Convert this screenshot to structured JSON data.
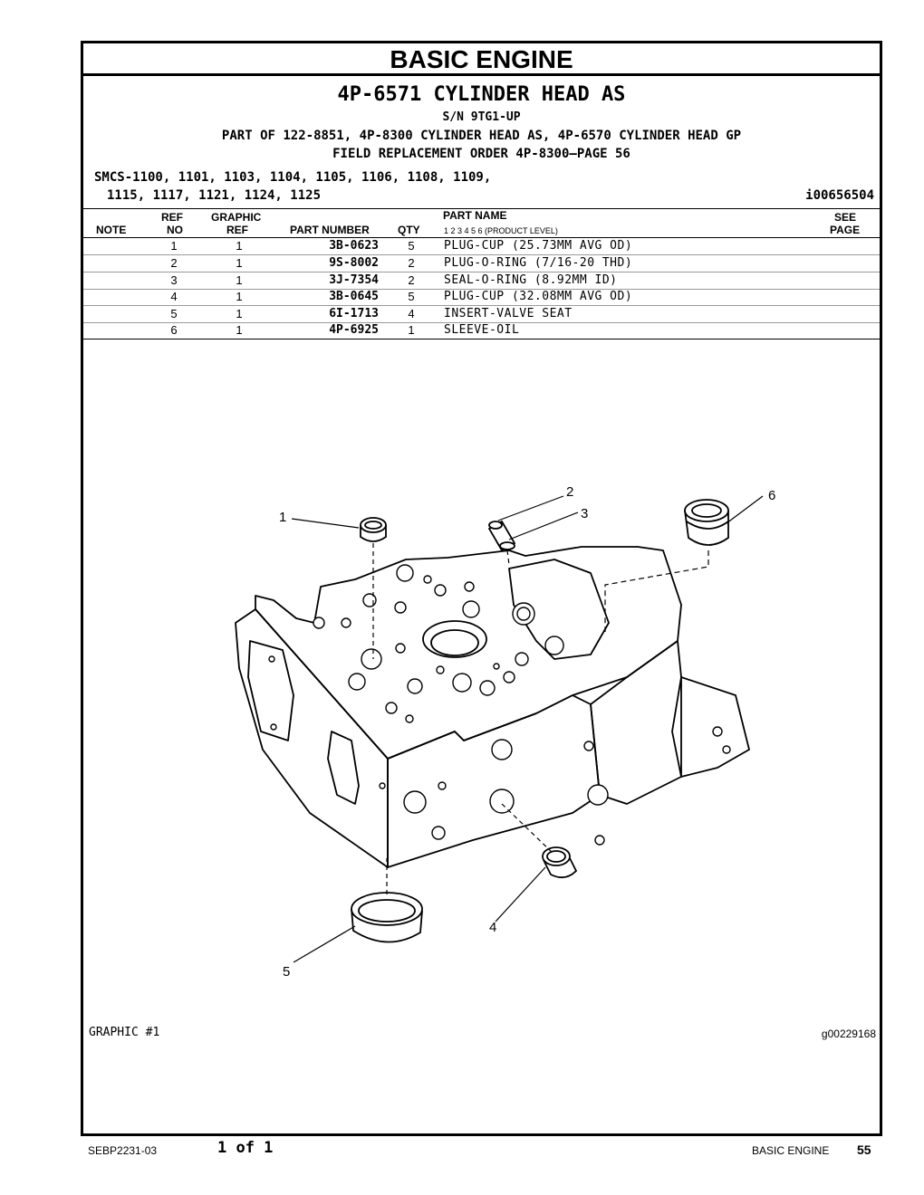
{
  "header": {
    "section": "BASIC ENGINE",
    "title": "4P-6571 CYLINDER HEAD AS",
    "serial": "S/N 9TG1-UP",
    "part_of": "PART OF 122-8851, 4P-8300 CYLINDER HEAD AS, 4P-6570 CYLINDER HEAD GP",
    "field_order": "FIELD REPLACEMENT ORDER 4P-8300—PAGE 56",
    "smcs_line1": "SMCS-1100, 1101, 1103, 1104, 1105, 1106, 1108, 1109,",
    "smcs_line2": "1115, 1117, 1121, 1124, 1125",
    "illustration_id": "i00656504"
  },
  "table": {
    "col_note": "NOTE",
    "col_ref_1": "REF",
    "col_ref_2": "NO",
    "col_graphic_1": "GRAPHIC",
    "col_graphic_2": "REF",
    "col_part_number": "PART NUMBER",
    "col_qty": "QTY",
    "col_part_name": "PART NAME",
    "product_levels": "1    2    3    4    5    6   (PRODUCT LEVEL)",
    "col_see_1": "SEE",
    "col_see_2": "PAGE",
    "rows": [
      {
        "ref": "1",
        "graphic": "1",
        "part_number": "3B-0623",
        "qty": "5",
        "name": "PLUG-CUP (25.73MM AVG OD)"
      },
      {
        "ref": "2",
        "graphic": "1",
        "part_number": "9S-8002",
        "qty": "2",
        "name": "PLUG-O-RING (7/16-20 THD)"
      },
      {
        "ref": "3",
        "graphic": "1",
        "part_number": "3J-7354",
        "qty": "2",
        "name": "SEAL-O-RING (8.92MM ID)"
      },
      {
        "ref": "4",
        "graphic": "1",
        "part_number": "3B-0645",
        "qty": "5",
        "name": "PLUG-CUP (32.08MM AVG OD)"
      },
      {
        "ref": "5",
        "graphic": "1",
        "part_number": "6I-1713",
        "qty": "4",
        "name": "INSERT-VALVE SEAT"
      },
      {
        "ref": "6",
        "graphic": "1",
        "part_number": "4P-6925",
        "qty": "1",
        "name": "SLEEVE-OIL"
      }
    ]
  },
  "graphic": {
    "caption": "GRAPHIC #1",
    "id": "g00229168",
    "callouts": [
      "1",
      "2",
      "3",
      "4",
      "5",
      "6"
    ]
  },
  "footer": {
    "doc_id": "SEBP2231-03",
    "page_of": "1 of 1",
    "section": "BASIC ENGINE",
    "page_number": "55"
  }
}
